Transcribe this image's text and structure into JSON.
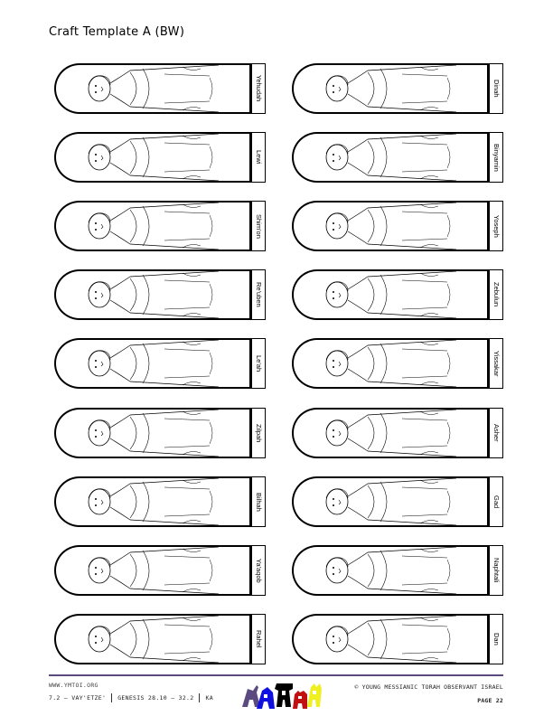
{
  "page": {
    "title": "Craft Template A (BW)"
  },
  "cards": {
    "left": [
      {
        "name": "Yehudah",
        "figure": "bearded-man-robe"
      },
      {
        "name": "Lewi",
        "figure": "man-with-staff"
      },
      {
        "name": "Shim'on",
        "figure": "man-arms-down"
      },
      {
        "name": "Re'uben",
        "figure": "man-robe"
      },
      {
        "name": "Le'ah",
        "figure": "woman-dress"
      },
      {
        "name": "Zilpah",
        "figure": "woman-headband"
      },
      {
        "name": "Bilhah",
        "figure": "woman-long-dress"
      },
      {
        "name": "Ya'aqob",
        "figure": "old-man-staff"
      },
      {
        "name": "Rahel",
        "figure": "woman-curly-hair"
      }
    ],
    "right": [
      {
        "name": "Dinah",
        "figure": "girl-dress"
      },
      {
        "name": "Binyamin",
        "figure": "small-boy"
      },
      {
        "name": "Yoseph",
        "figure": "young-man-robe"
      },
      {
        "name": "Zebulun",
        "figure": "man-belt"
      },
      {
        "name": "Yissakar",
        "figure": "man-cloak"
      },
      {
        "name": "Asher",
        "figure": "man-tunic"
      },
      {
        "name": "Gad",
        "figure": "man-draped-robe"
      },
      {
        "name": "Naphtali",
        "figure": "man-sash"
      },
      {
        "name": "Dan",
        "figure": "man-plain-robe"
      }
    ]
  },
  "footer": {
    "website": "WWW.YMTOI.ORG",
    "lesson": "7.2 – VAY'ETZE'",
    "scripture": "GENESIS 28.10 – 32.2",
    "level": "KA",
    "copyright": "© YOUNG MESSIANIC TORAH OBSERVANT ISRAEL",
    "page": "PAGE 22",
    "rule_color": "#5a4a80",
    "logo_colors": [
      "#5a4a80",
      "#1010e0",
      "#000000",
      "#c01010",
      "#f0f020"
    ]
  }
}
